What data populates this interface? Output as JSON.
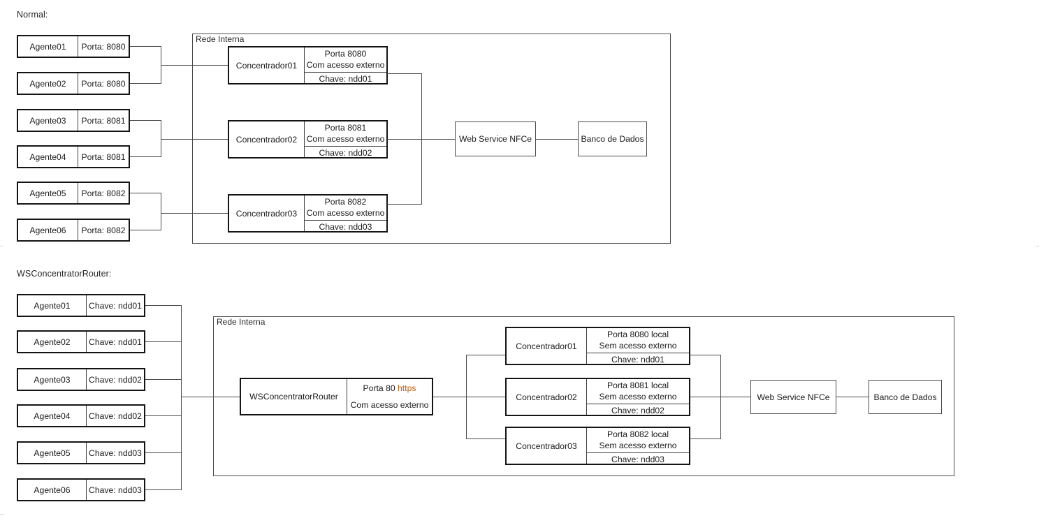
{
  "sections": [
    {
      "id": "normal",
      "heading": "Normal:"
    },
    {
      "id": "router",
      "heading": "WSConcentratorRouter:"
    }
  ],
  "network_label": "Rede Interna",
  "diagram_normal": {
    "heading": "Normal:",
    "network_label": "Rede Interna",
    "agents": [
      {
        "name": "Agente01",
        "value": "Porta: 8080"
      },
      {
        "name": "Agente02",
        "value": "Porta: 8080"
      },
      {
        "name": "Agente03",
        "value": "Porta: 8081"
      },
      {
        "name": "Agente04",
        "value": "Porta: 8081"
      },
      {
        "name": "Agente05",
        "value": "Porta: 8082"
      },
      {
        "name": "Agente06",
        "value": "Porta: 8082"
      }
    ],
    "concentrators": [
      {
        "name": "Concentrador01",
        "port": "Porta 8080",
        "access": "Com acesso externo",
        "key": "Chave: ndd01"
      },
      {
        "name": "Concentrador02",
        "port": "Porta 8081",
        "access": "Com acesso externo",
        "key": "Chave: ndd02"
      },
      {
        "name": "Concentrador03",
        "port": "Porta 8082",
        "access": "Com acesso externo",
        "key": "Chave: ndd03"
      }
    ],
    "web_service": "Web Service NFCe",
    "database": "Banco de Dados"
  },
  "diagram_router": {
    "heading": "WSConcentratorRouter:",
    "network_label": "Rede Interna",
    "agents": [
      {
        "name": "Agente01",
        "value": "Chave: ndd01"
      },
      {
        "name": "Agente02",
        "value": "Chave: ndd01"
      },
      {
        "name": "Agente03",
        "value": "Chave: ndd02"
      },
      {
        "name": "Agente04",
        "value": "Chave: ndd02"
      },
      {
        "name": "Agente05",
        "value": "Chave: ndd03"
      },
      {
        "name": "Agente06",
        "value": "Chave: ndd03"
      }
    ],
    "router": {
      "name": "WSConcentratorRouter",
      "port_prefix": "Porta 80 ",
      "port_protocol": "https",
      "access": "Com acesso externo"
    },
    "concentrators": [
      {
        "name": "Concentrador01",
        "port": "Porta 8080 local",
        "access": "Sem acesso externo",
        "key": "Chave: ndd01"
      },
      {
        "name": "Concentrador02",
        "port": "Porta 8081 local",
        "access": "Sem acesso externo",
        "key": "Chave: ndd02"
      },
      {
        "name": "Concentrador03",
        "port": "Porta 8082 local",
        "access": "Sem acesso externo",
        "key": "Chave: ndd03"
      }
    ],
    "web_service": "Web Service NFCe",
    "database": "Banco de Dados"
  },
  "colors": {
    "box_border_strong": "#141414",
    "box_border_light": "#4a4a4a",
    "line": "#4a4a4a",
    "text": "#1a1a1a",
    "highlight": "#c2620f",
    "background": "#ffffff"
  }
}
